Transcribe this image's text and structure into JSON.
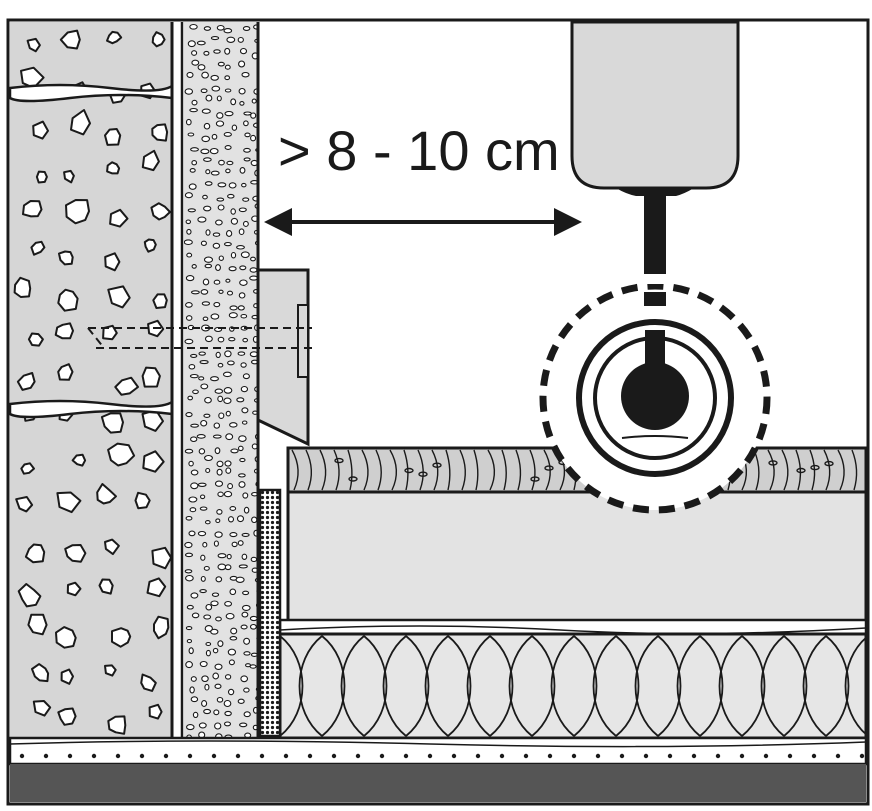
{
  "diagram": {
    "distance_label": "> 8 - 10 cm",
    "icons": [
      "concrete-block-wall",
      "plaster-layer",
      "edge-insulation-strip",
      "wall-outlet-box",
      "drill-bit",
      "drill-hole-marker",
      "wooden-floor-board",
      "screed-layer",
      "insulation-layer",
      "base-slab"
    ],
    "colors": {
      "line": "#1a1a1a",
      "wall_fill": "#d6d6d6",
      "plaster_fill": "#e2e2e2",
      "screed_fill": "#e3e3e3",
      "wood_fill": "#cfcfcf",
      "base_fill": "#555555",
      "drill_body_fill": "#d9d9d9",
      "background": "#ffffff"
    }
  }
}
